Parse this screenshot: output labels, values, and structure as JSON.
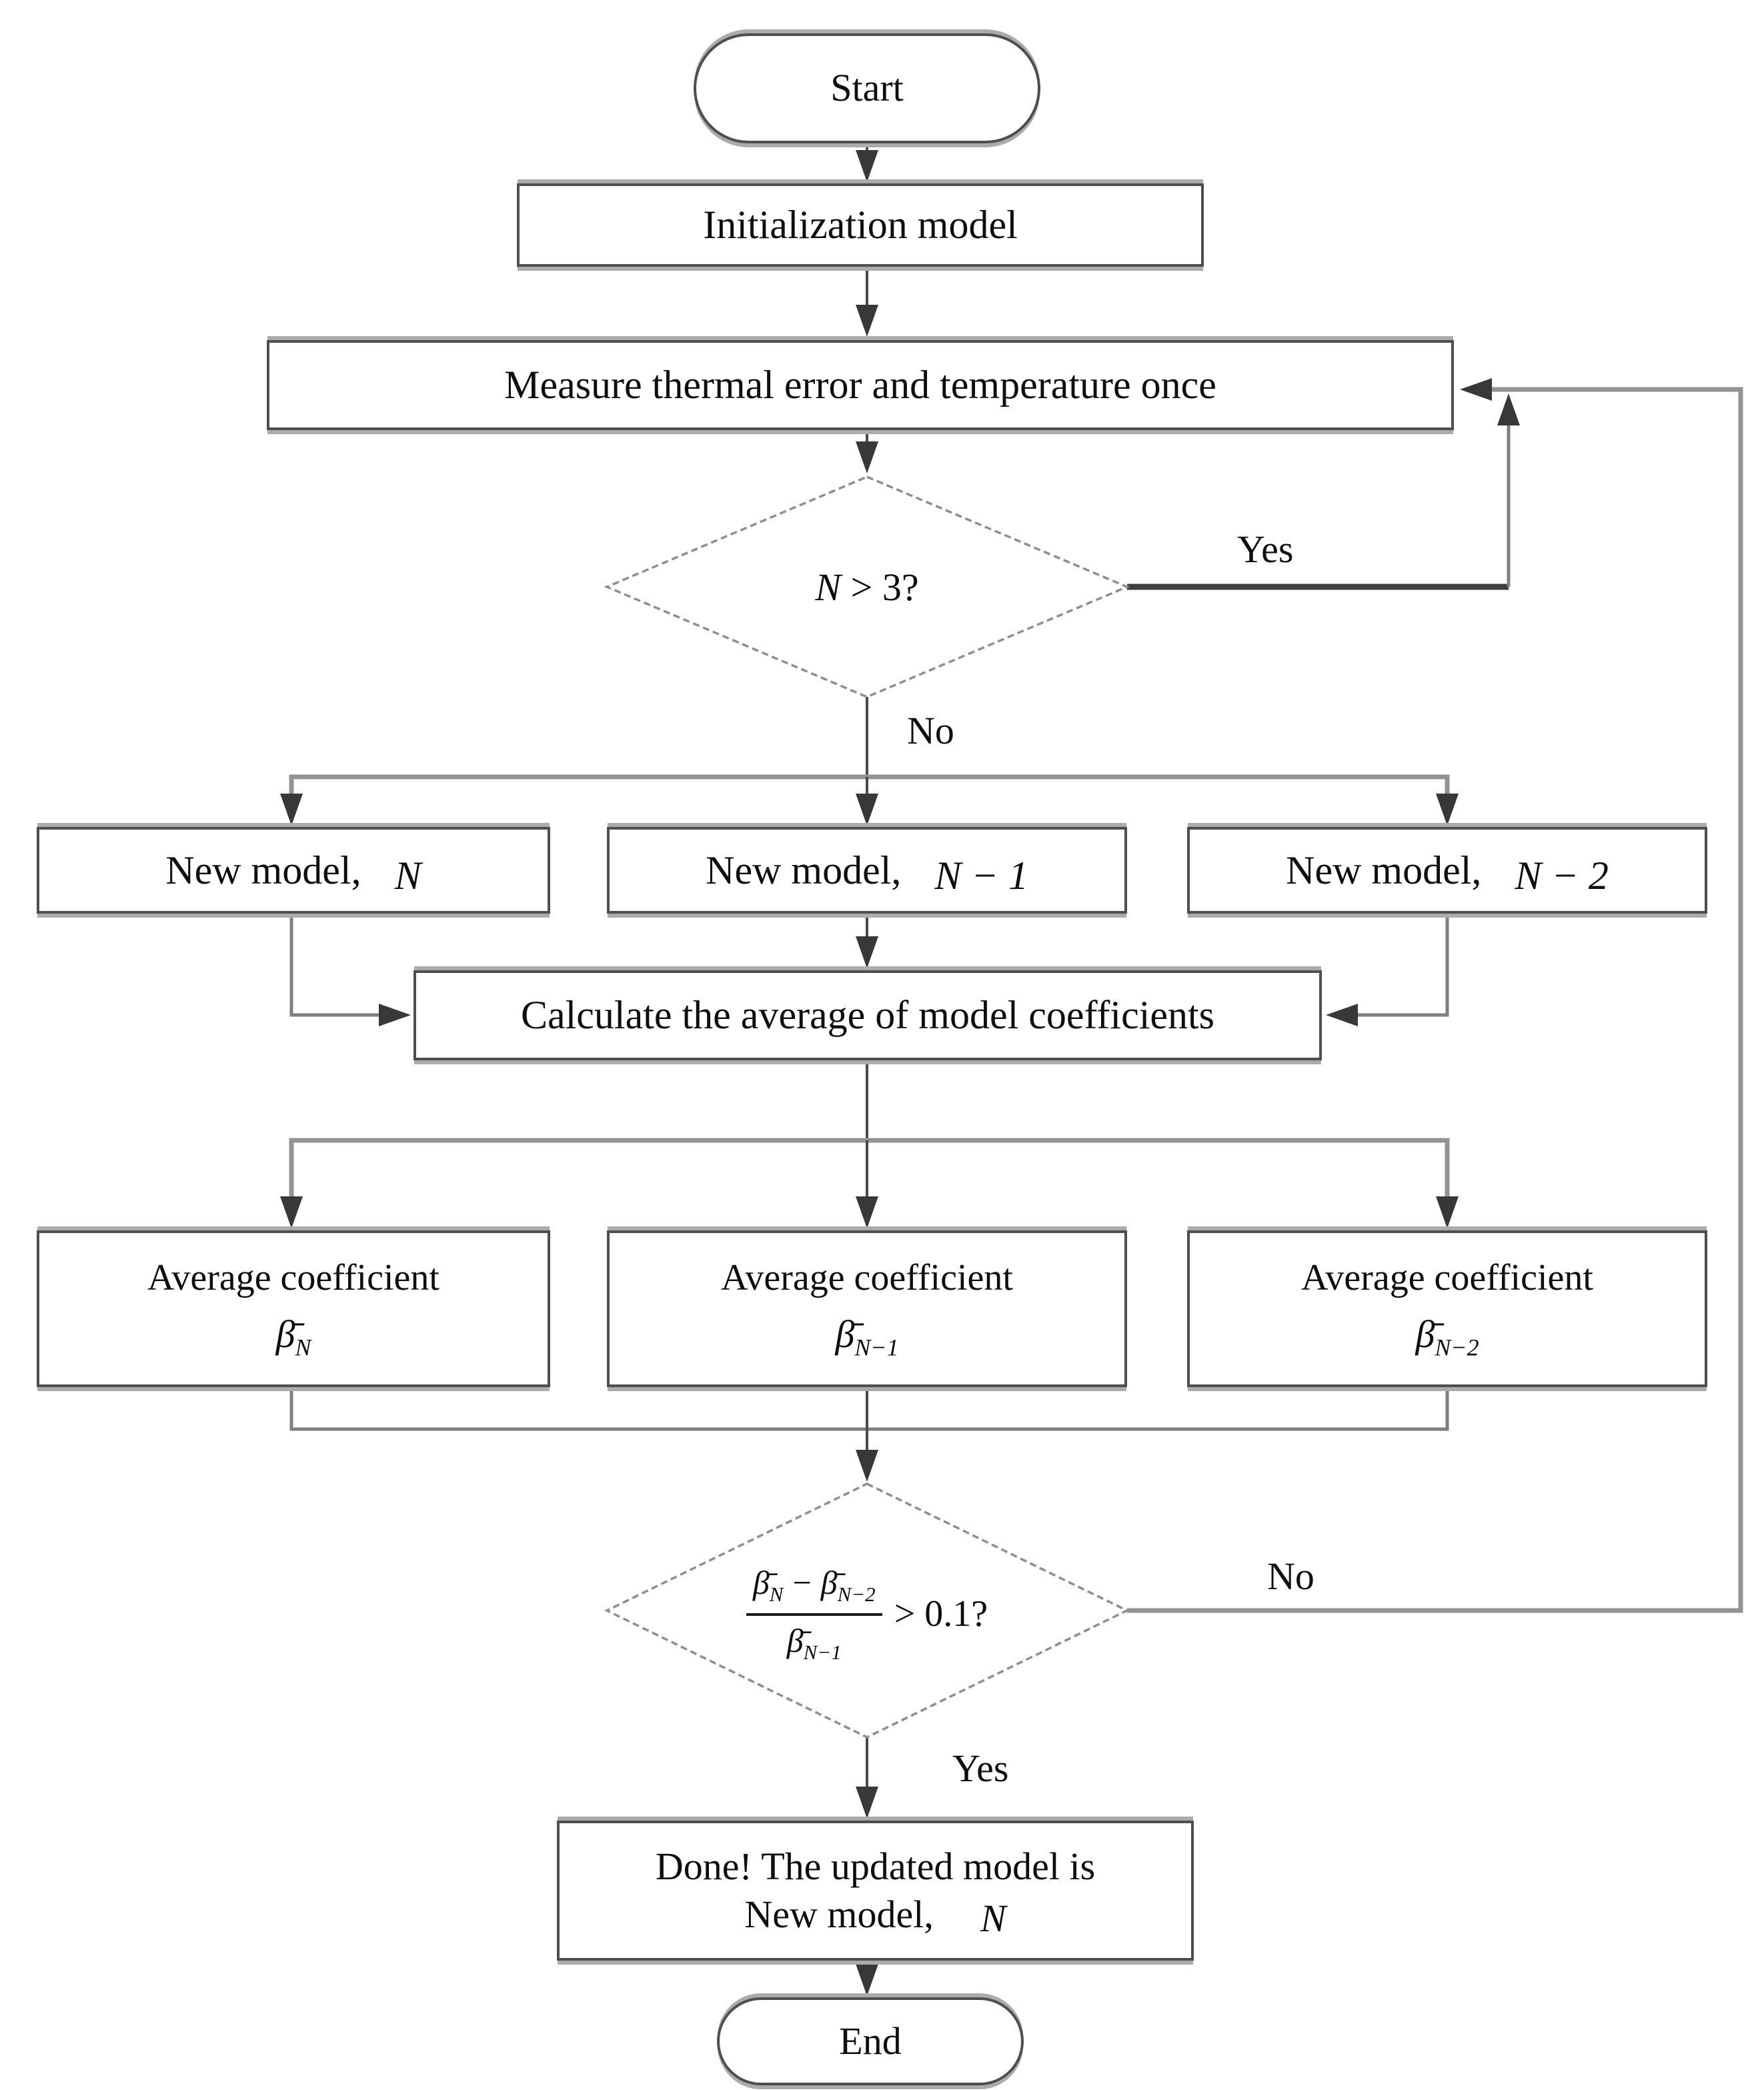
{
  "nodes": {
    "start": {
      "label": "Start"
    },
    "init": {
      "label": "Initialization model"
    },
    "measure": {
      "label": "Measure thermal error and temperature once"
    },
    "decision1": {
      "variable": "N",
      "condition": "> 3?"
    },
    "new_model_n": {
      "label": "New model,",
      "variable": "N"
    },
    "new_model_n1": {
      "label": "New model,",
      "variable": "N − 1"
    },
    "new_model_n2": {
      "label": "New model,",
      "variable": "N − 2"
    },
    "calc": {
      "label": "Calculate the average of model coefficients"
    },
    "avg_n": {
      "label": "Average coefficient",
      "symbol": "β̄",
      "subscript": "N"
    },
    "avg_n1": {
      "label": "Average coefficient",
      "symbol": "β̄",
      "subscript": "N−1"
    },
    "avg_n2": {
      "label": "Average coefficient",
      "symbol": "β̄",
      "subscript": "N−2"
    },
    "decision2": {
      "numerator": {
        "a": "β̄",
        "a_sub": "N",
        "operator": "−",
        "b": "β̄",
        "b_sub": "N−2"
      },
      "denominator": {
        "symbol": "β̄",
        "sub": "N−1"
      },
      "comparison": "> 0.1?"
    },
    "done": {
      "line1": "Done! The updated model is",
      "line2": "New model,",
      "variable": "N"
    },
    "end": {
      "label": "End"
    }
  },
  "edges": {
    "decision1_yes": "Yes",
    "decision1_no": "No",
    "decision2_no": "No",
    "decision2_yes": "Yes"
  }
}
